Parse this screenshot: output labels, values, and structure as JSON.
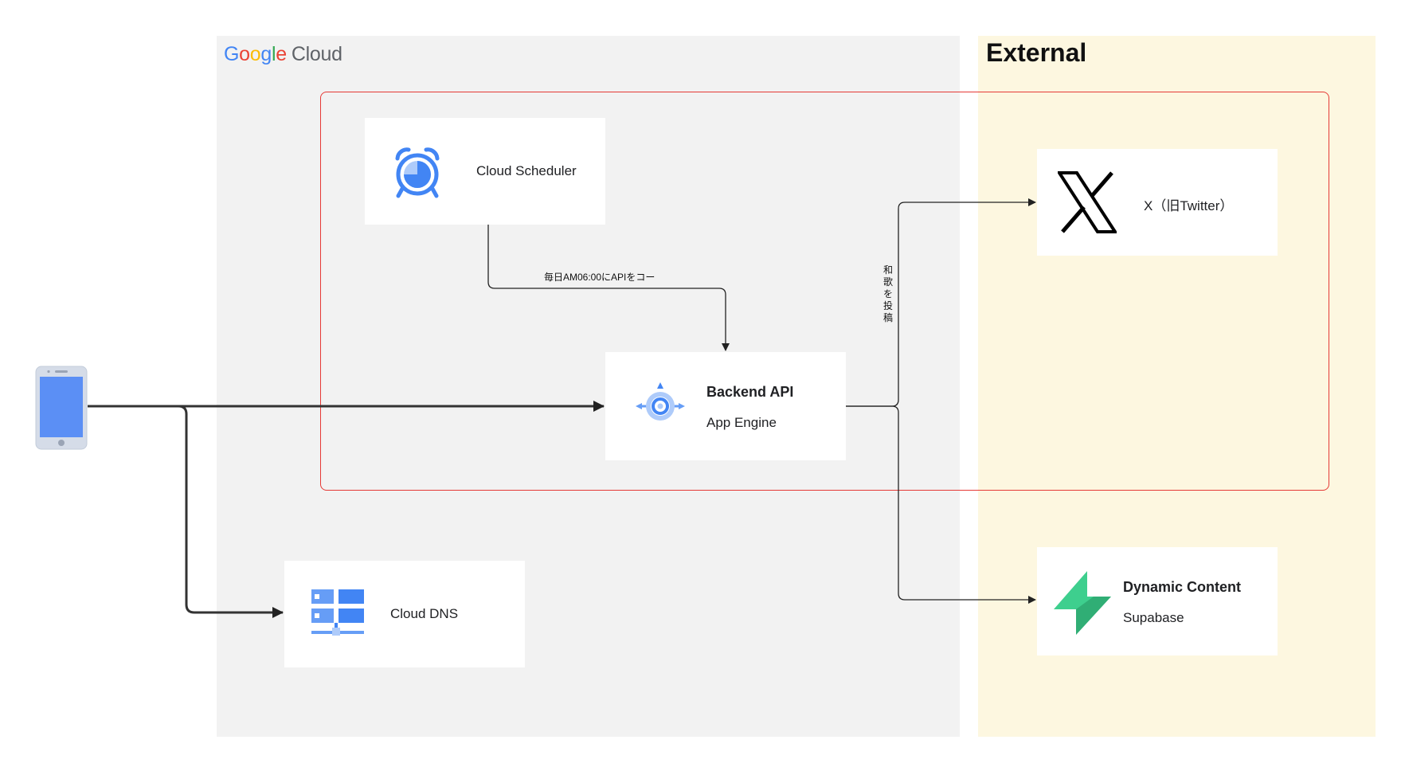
{
  "zones": {
    "gcp": {
      "logo_google": "Google",
      "logo_cloud": "Cloud",
      "logo_colors": [
        "#4285F4",
        "#EA4335",
        "#FBBC05",
        "#4285F4",
        "#34A853",
        "#EA4335"
      ]
    },
    "external": {
      "title": "External"
    }
  },
  "nodes": {
    "scheduler": {
      "label": "Cloud Scheduler",
      "icon": "alarm-clock-icon"
    },
    "backend": {
      "title": "Backend API",
      "subtitle": "App Engine",
      "icon": "app-engine-icon"
    },
    "dns": {
      "label": "Cloud DNS",
      "icon": "cloud-dns-icon"
    },
    "x": {
      "label": "X（旧Twitter）",
      "icon": "x-logo-icon"
    },
    "supabase": {
      "title": "Dynamic Content",
      "subtitle": "Supabase",
      "icon": "supabase-logo-icon"
    },
    "client": {
      "icon": "smartphone-icon"
    }
  },
  "edges": {
    "scheduler_to_backend": {
      "label": "毎日AM06:00にAPIをコー"
    },
    "backend_to_x": {
      "label": "和歌を投稿"
    }
  },
  "colors": {
    "gcp_zone": "#f2f2f2",
    "external_zone": "#fdf7e0",
    "red_frame": "#e53935",
    "gcp_blue": "#4285F4",
    "supabase_green": "#3ECF8E"
  }
}
